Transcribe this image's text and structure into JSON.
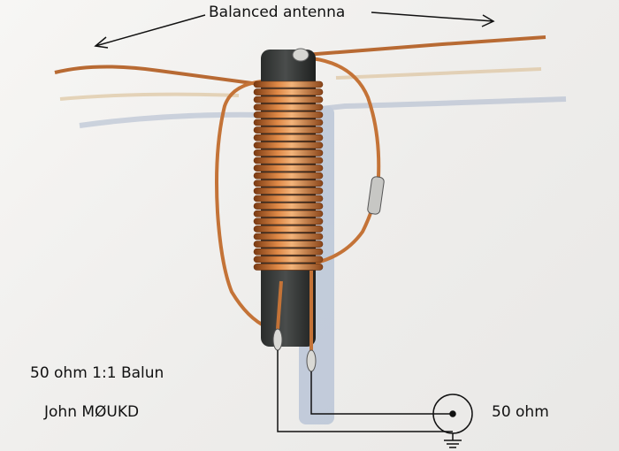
{
  "labels": {
    "antenna": "Balanced antenna",
    "balun": "50 ohm 1:1 Balun",
    "author": "John MØUKD",
    "impedance": "50 ohm"
  },
  "colors": {
    "copper": "#c8753a",
    "copper_dark": "#8a4519",
    "ferrite": "#3a3d3c",
    "paper": "#f4f3f1",
    "shadow": "#aab6cc"
  }
}
